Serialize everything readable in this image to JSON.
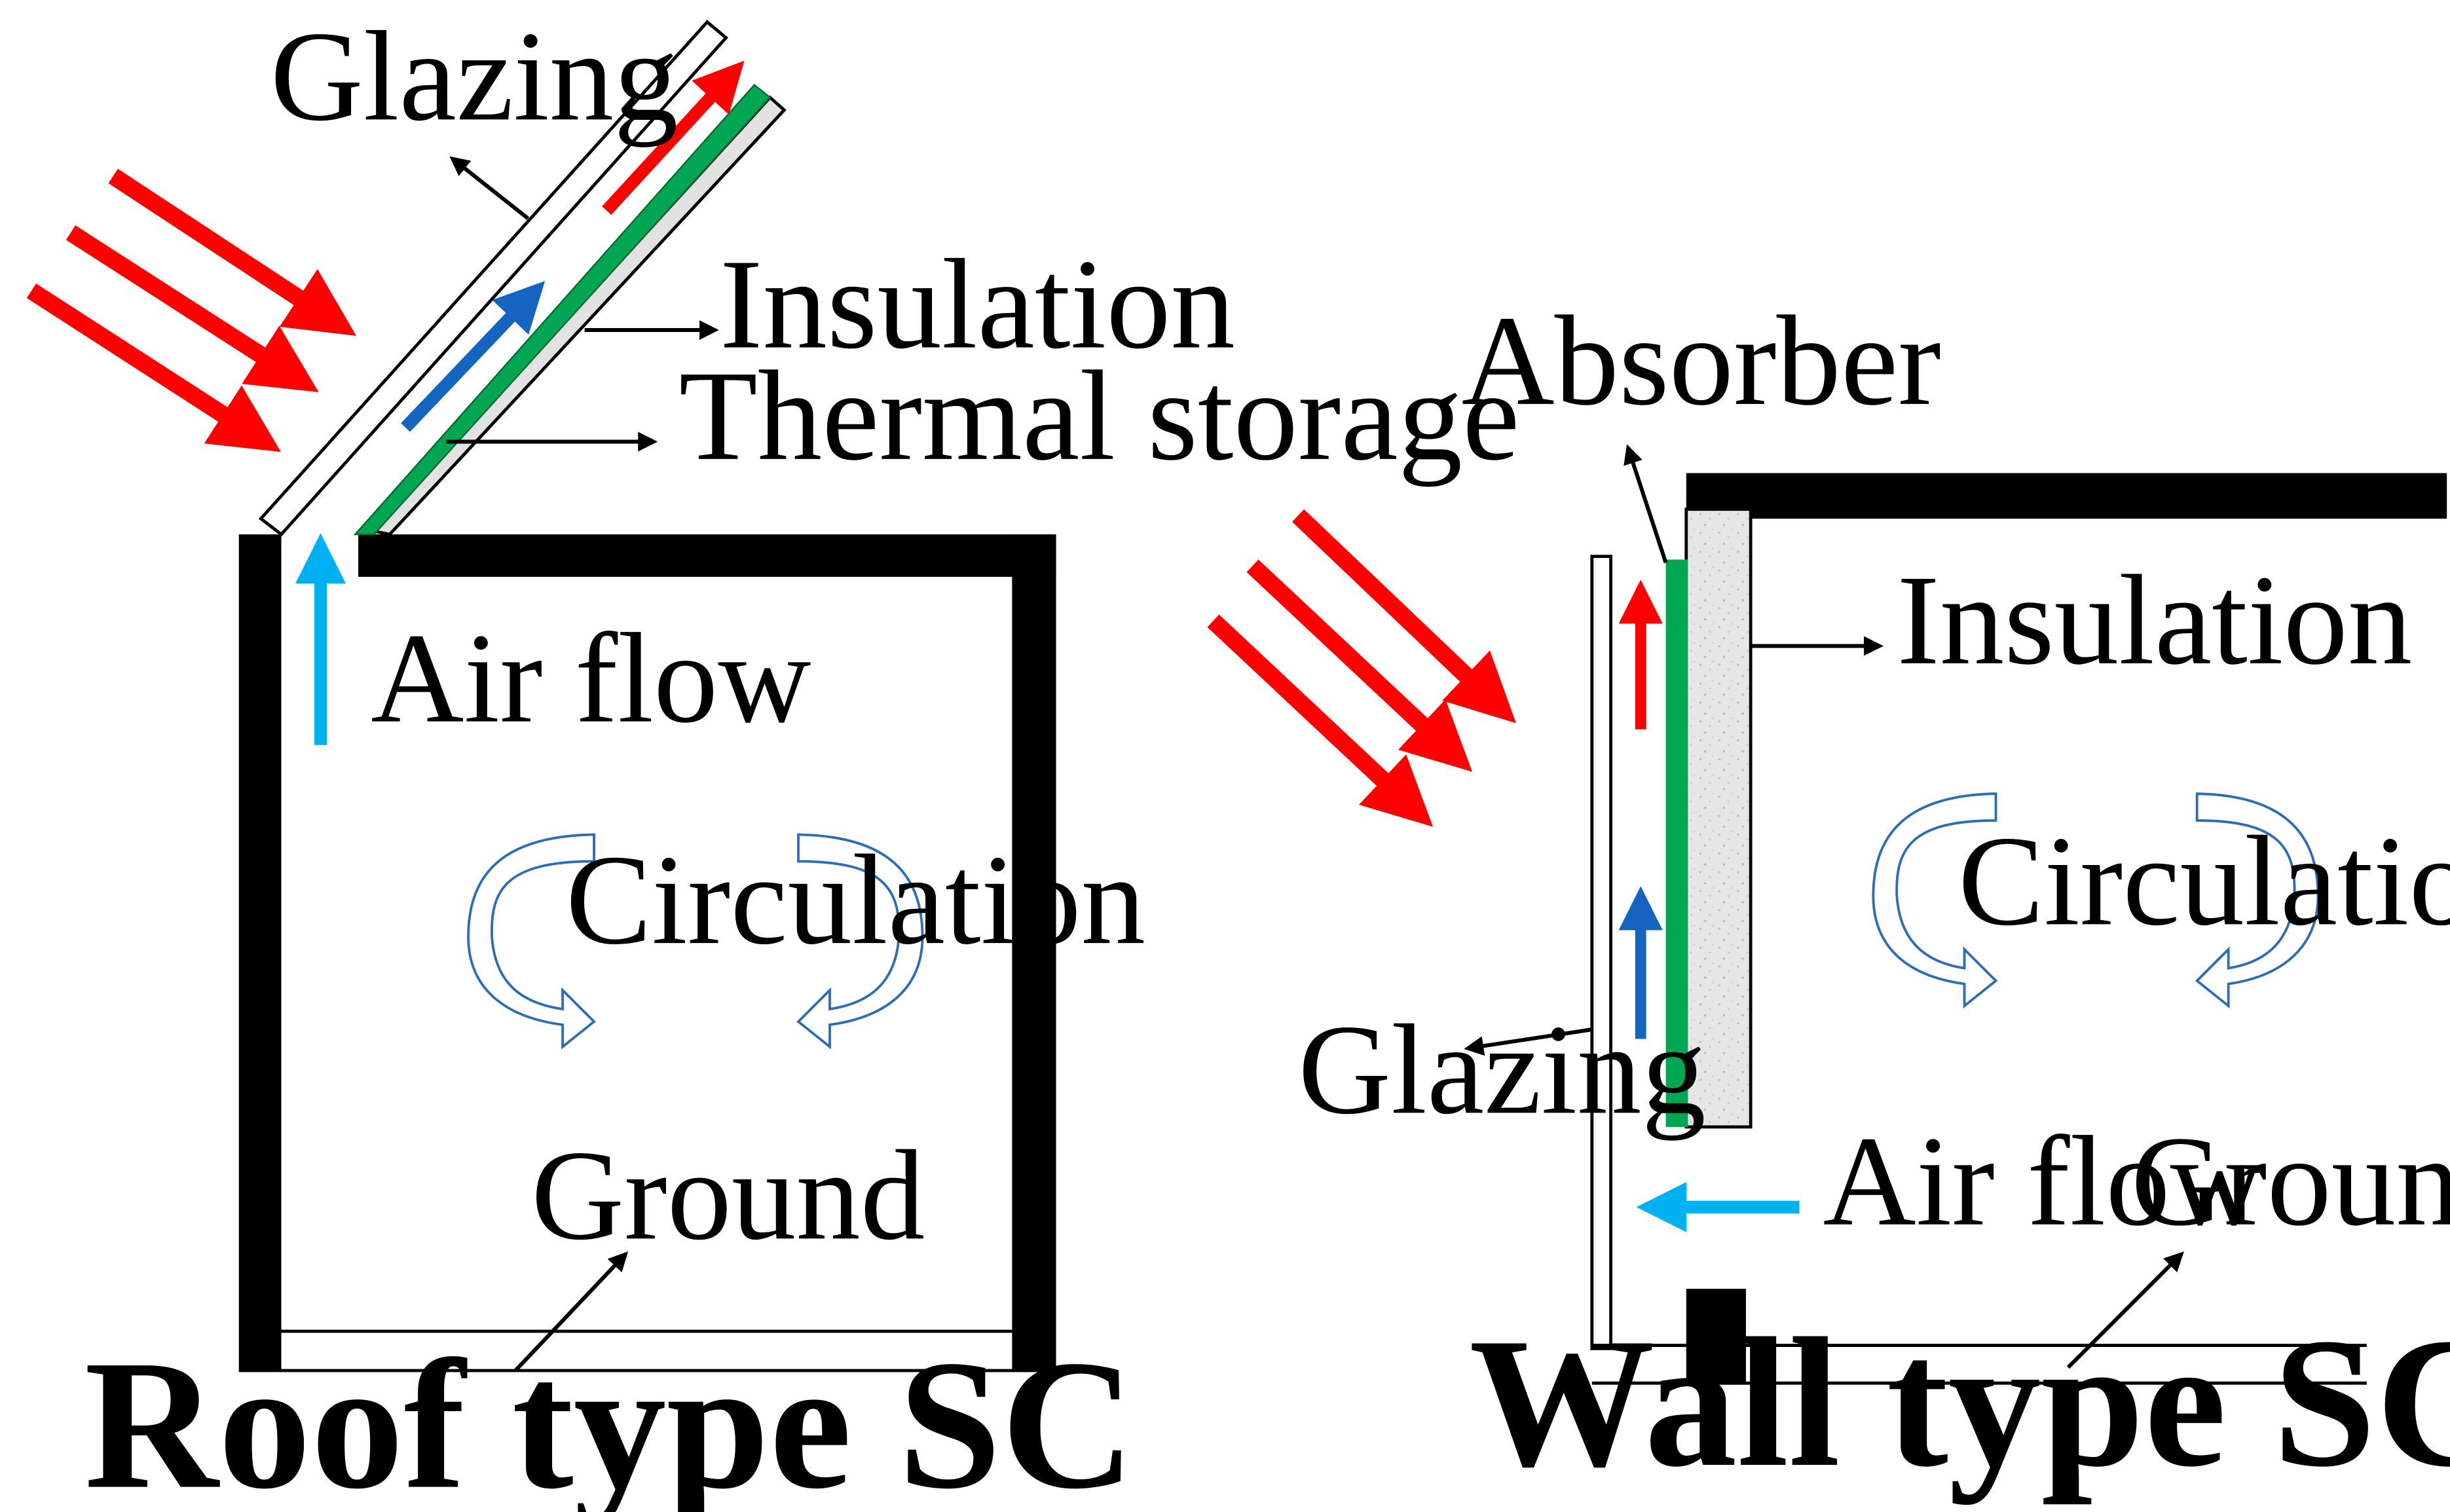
{
  "colors": {
    "sun_ray": "#ff0000",
    "warm_air": "#ff0000",
    "cool_air": "#1565c0",
    "intake_air": "#00b0f0",
    "absorber": "#00a651",
    "insulation_fill": "#e4e4e4",
    "structure": "#000000",
    "circulation": "#2e6db4"
  },
  "roof": {
    "title": "Roof type SC",
    "labels": {
      "glazing": "Glazing",
      "insulation": "Insulation",
      "thermal_storage": "Thermal storage",
      "air_flow": "Air flow",
      "circulation": "Circulation",
      "ground": "Ground"
    }
  },
  "wall": {
    "title": "Wall type SC",
    "labels": {
      "absorber": "Absorber",
      "insulation": "Insulation",
      "circulation": "Circulation",
      "glazing": "Glazing",
      "air_flow": "Air flow",
      "ground": "Ground"
    }
  }
}
